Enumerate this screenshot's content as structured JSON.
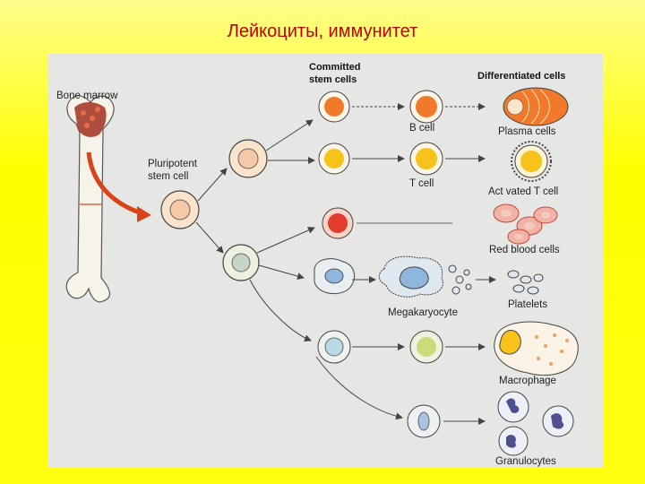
{
  "slide": {
    "title": "Лейкоциты, иммунитет"
  },
  "diagram": {
    "bone_marrow": "Bone marrow",
    "committed_header_1": "Committed",
    "committed_header_2": "stem cells",
    "differentiated_header": "Differentiated cells",
    "pluripotent_1": "Pluripotent",
    "pluripotent_2": "stem cell",
    "b_cell": "B cell",
    "t_cell": "T cell",
    "plasma_cells": "Plasma cells",
    "activated_t_cell": "Act vated T cell",
    "red_blood_cells": "Red blood cells",
    "megakaryocyte": "Megakaryocyte",
    "platelets": "Platelets",
    "macrophage": "Macrophage",
    "granulocytes": "Granulocytes"
  },
  "colors": {
    "slide_bg": "#ffff00",
    "title_text": "#c00000",
    "panel_bg": "#e6e7e4",
    "arrow_red": "#d8431a",
    "cell_orange": "#f07a2a",
    "cell_yellow": "#f7c21a",
    "cell_red": "#e13c2c",
    "cell_blue": "#8fb6dc",
    "cell_green": "#c9dc7a"
  }
}
